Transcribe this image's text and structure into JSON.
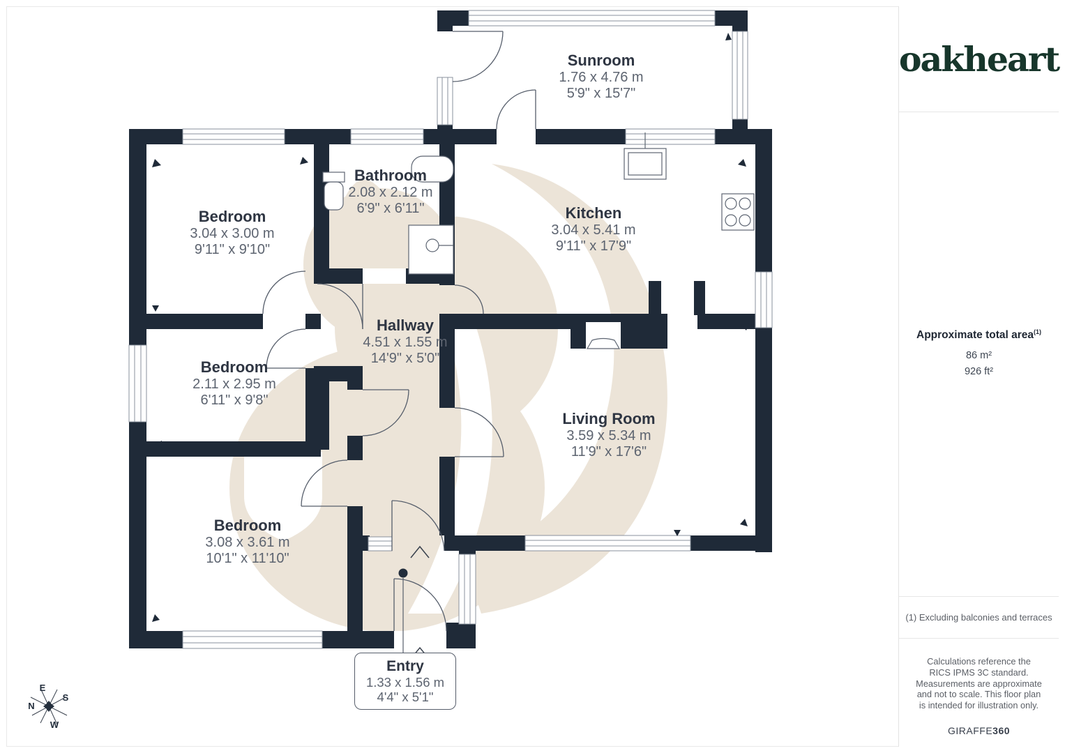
{
  "brand": {
    "logo": "oakheart"
  },
  "sidebar": {
    "area_title": "Approximate total area",
    "area_note_ref": "(1)",
    "area_metric": "86 m²",
    "area_imperial": "926 ft²",
    "footnote": "(1) Excluding balconies and terraces",
    "disclaimer": "Calculations reference the RICS IPMS 3C standard. Measurements are approximate and not to scale. This floor plan is intended for illustration only.",
    "credit_prefix": "GIRAFFE",
    "credit_suffix": "360"
  },
  "compass": {
    "north": "N",
    "east": "E",
    "south": "S",
    "west": "W"
  },
  "rooms": [
    {
      "id": "sunroom",
      "name": "Sunroom",
      "metric": "1.76 x 4.76 m",
      "imperial": "5'9\" x 15'7\""
    },
    {
      "id": "bedroom-1",
      "name": "Bedroom",
      "metric": "3.04 x 3.00 m",
      "imperial": "9'11\" x 9'10\""
    },
    {
      "id": "bathroom",
      "name": "Bathroom",
      "metric": "2.08 x 2.12 m",
      "imperial": "6'9\" x 6'11\""
    },
    {
      "id": "kitchen",
      "name": "Kitchen",
      "metric": "3.04 x 5.41 m",
      "imperial": "9'11\" x 17'9\""
    },
    {
      "id": "bedroom-2",
      "name": "Bedroom",
      "metric": "2.11 x 2.95 m",
      "imperial": "6'11\" x 9'8\""
    },
    {
      "id": "hallway",
      "name": "Hallway",
      "metric": "4.51 x 1.55 m",
      "imperial": "14'9\" x 5'0\""
    },
    {
      "id": "living",
      "name": "Living Room",
      "metric": "3.59 x 5.34 m",
      "imperial": "11'9\" x 17'6\""
    },
    {
      "id": "bedroom-3",
      "name": "Bedroom",
      "metric": "3.08 x 3.61 m",
      "imperial": "10'1\" x 11'10\""
    },
    {
      "id": "entry",
      "name": "Entry",
      "metric": "1.33 x 1.56 m",
      "imperial": "4'4\" x 5'1\""
    }
  ],
  "colors": {
    "wall": "#1f2a38",
    "watermark": "#ece4d8",
    "logo_green": "#17362b"
  }
}
